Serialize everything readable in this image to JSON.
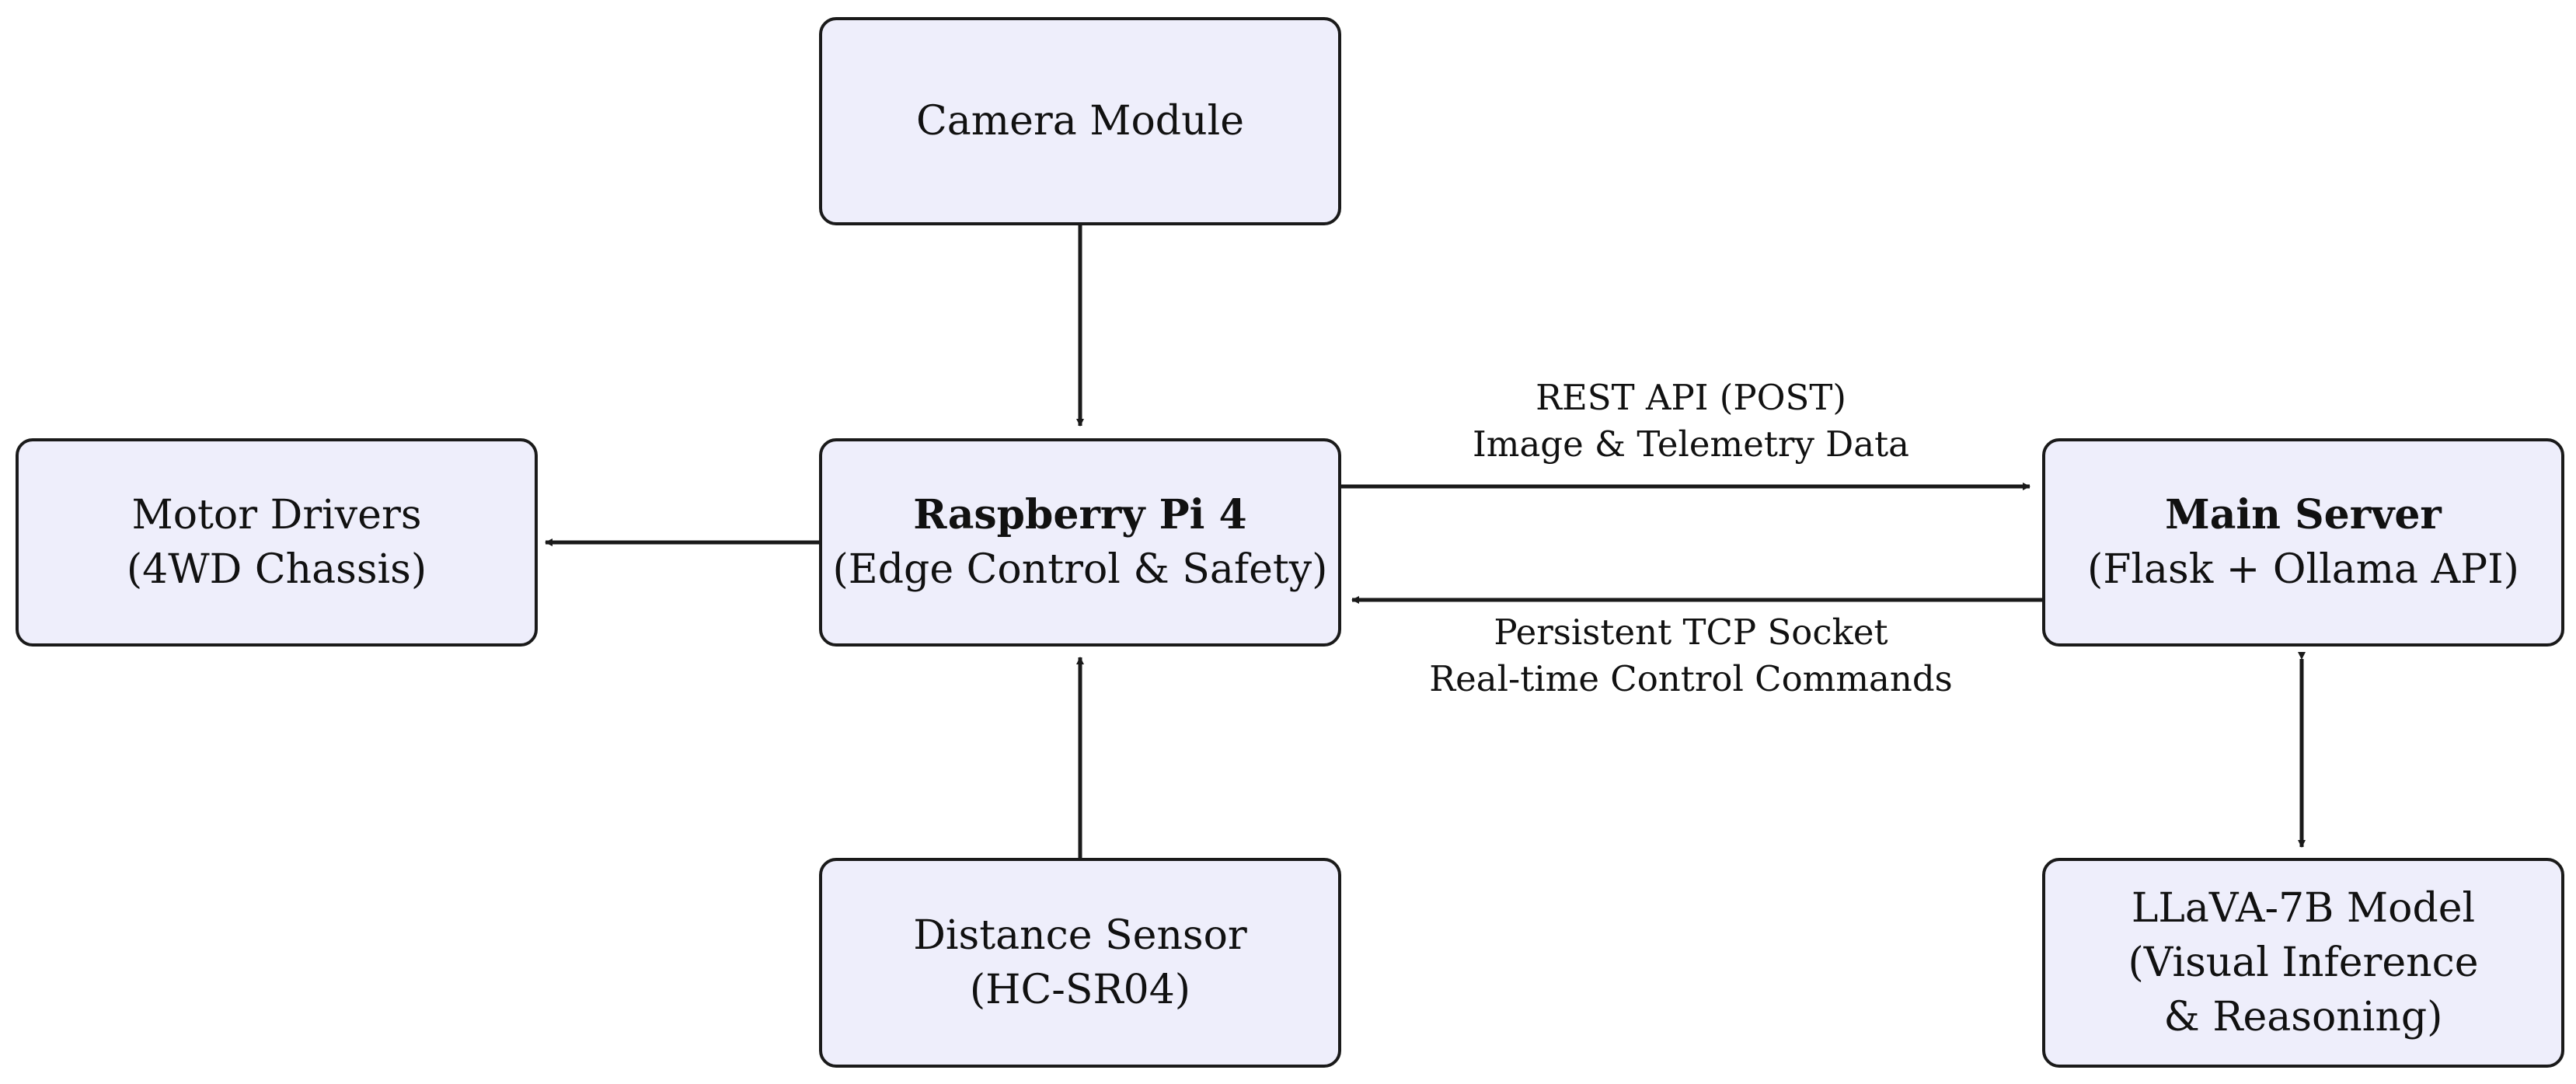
{
  "nodes": {
    "camera": {
      "title": "Camera Module",
      "subtitle": ""
    },
    "motor": {
      "title": "Motor Drivers",
      "subtitle": "(4WD Chassis)"
    },
    "rpi": {
      "title": "Raspberry Pi 4",
      "subtitle": "(Edge Control & Safety)"
    },
    "server": {
      "title": "Main Server",
      "subtitle": "(Flask + Ollama API)"
    },
    "sensor": {
      "title": "Distance Sensor",
      "subtitle": "(HC-SR04)"
    },
    "llava": {
      "title": "LLaVA-7B Model",
      "subtitle": "(Visual Inference",
      "subtitle2": "& Reasoning)"
    }
  },
  "edges": {
    "rpi_to_server": {
      "line1": "REST API (POST)",
      "line2": "Image & Telemetry Data"
    },
    "server_to_rpi": {
      "line1": "Persistent TCP Socket",
      "line2": "Real-time Control Commands"
    }
  },
  "colors": {
    "node_fill": "#eeeefb",
    "stroke": "#1a1a1a"
  }
}
